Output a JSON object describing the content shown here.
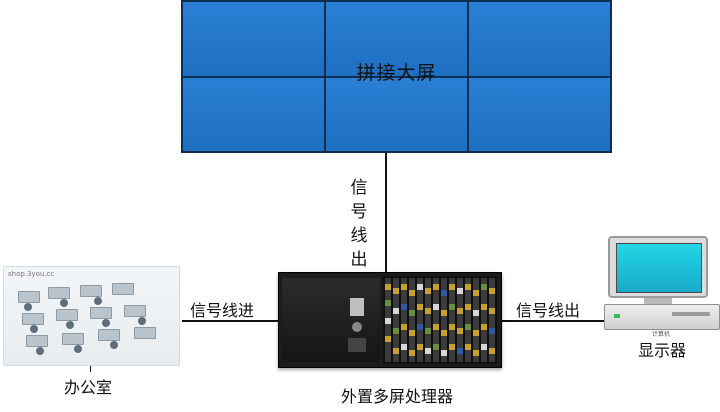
{
  "video_wall": {
    "label": "拼接大屏",
    "color": "#1f74c8"
  },
  "signal_out_vertical": "信号线出",
  "signal_in_label": "信号线进",
  "signal_out_label": "信号线出",
  "office": {
    "label": "办公室",
    "watermark": "shop.3you.cc"
  },
  "processor": {
    "label": "外置多屏处理器"
  },
  "monitor": {
    "label": "显示器",
    "caption": "计算机"
  },
  "icons": [
    "video-wall",
    "office-image",
    "processor-device",
    "monitor-icon"
  ]
}
